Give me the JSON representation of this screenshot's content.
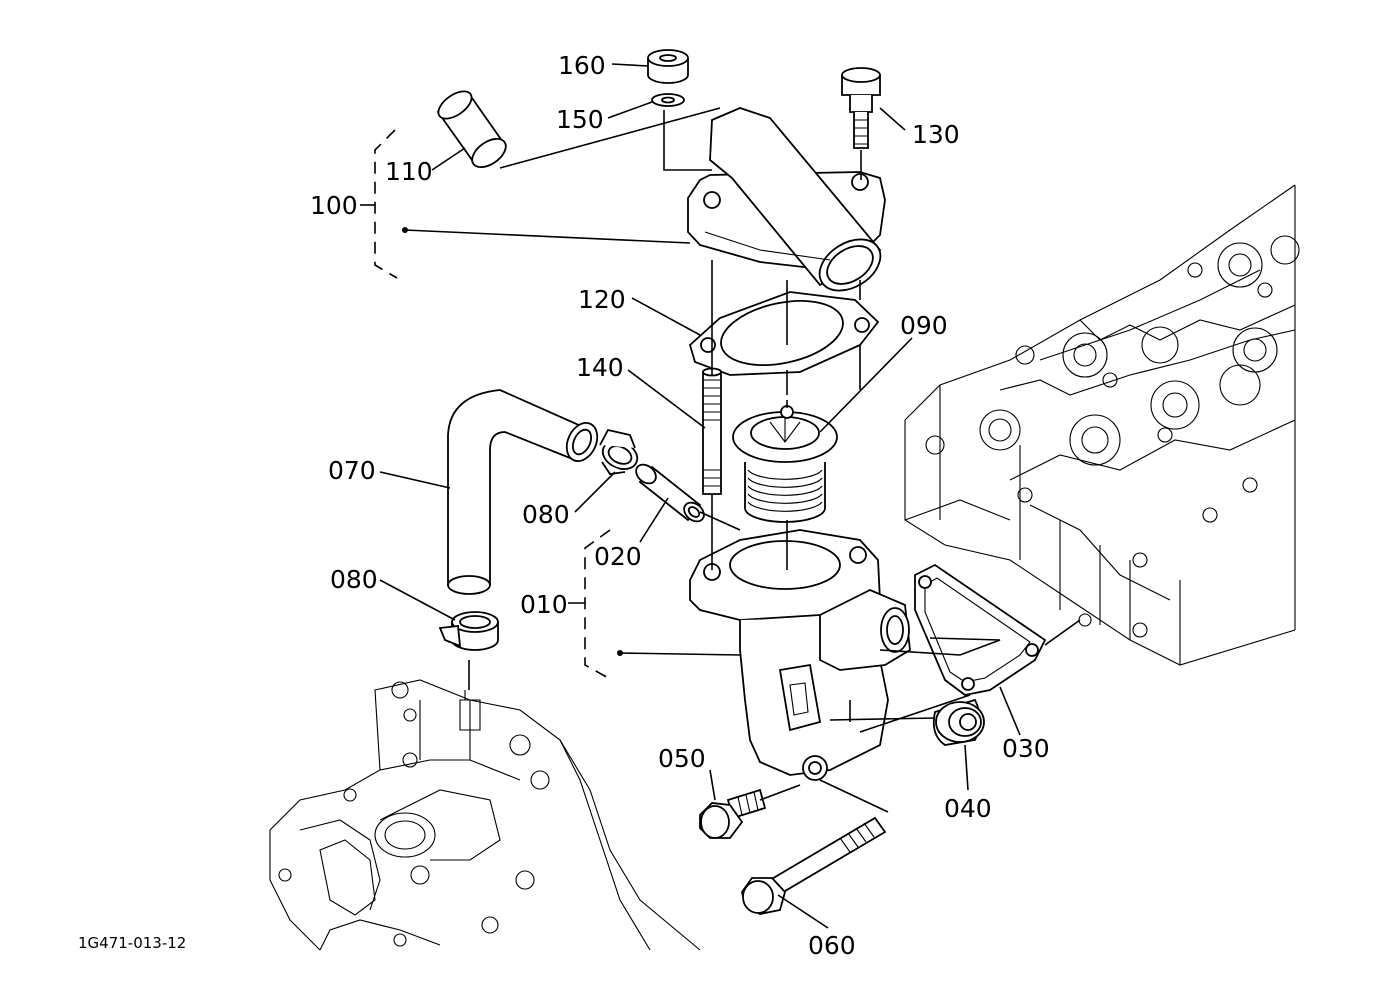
{
  "diagram": {
    "drawing_code": "1G471-013-12",
    "callouts": [
      {
        "id": "160",
        "label": "160"
      },
      {
        "id": "150",
        "label": "150"
      },
      {
        "id": "130",
        "label": "130"
      },
      {
        "id": "110",
        "label": "110"
      },
      {
        "id": "100",
        "label": "100"
      },
      {
        "id": "120",
        "label": "120"
      },
      {
        "id": "090",
        "label": "090"
      },
      {
        "id": "140",
        "label": "140"
      },
      {
        "id": "070",
        "label": "070"
      },
      {
        "id": "080a",
        "label": "080"
      },
      {
        "id": "020",
        "label": "020"
      },
      {
        "id": "010",
        "label": "010"
      },
      {
        "id": "080b",
        "label": "080"
      },
      {
        "id": "030",
        "label": "030"
      },
      {
        "id": "050",
        "label": "050"
      },
      {
        "id": "040",
        "label": "040"
      },
      {
        "id": "060",
        "label": "060"
      }
    ]
  }
}
